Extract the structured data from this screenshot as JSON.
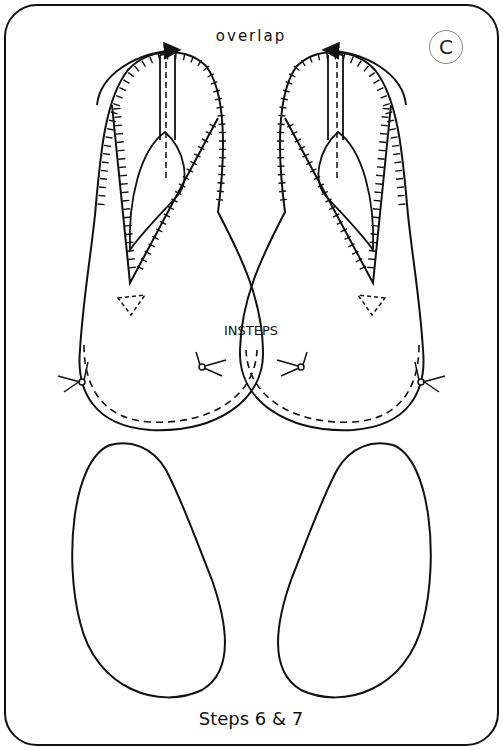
{
  "diagram": {
    "caption": "Steps 6 & 7",
    "nodes": [
      {
        "text": [
          "C"
        ]
      }
    ],
    "labels": [
      "overlap",
      "INSTEPS"
    ]
  }
}
